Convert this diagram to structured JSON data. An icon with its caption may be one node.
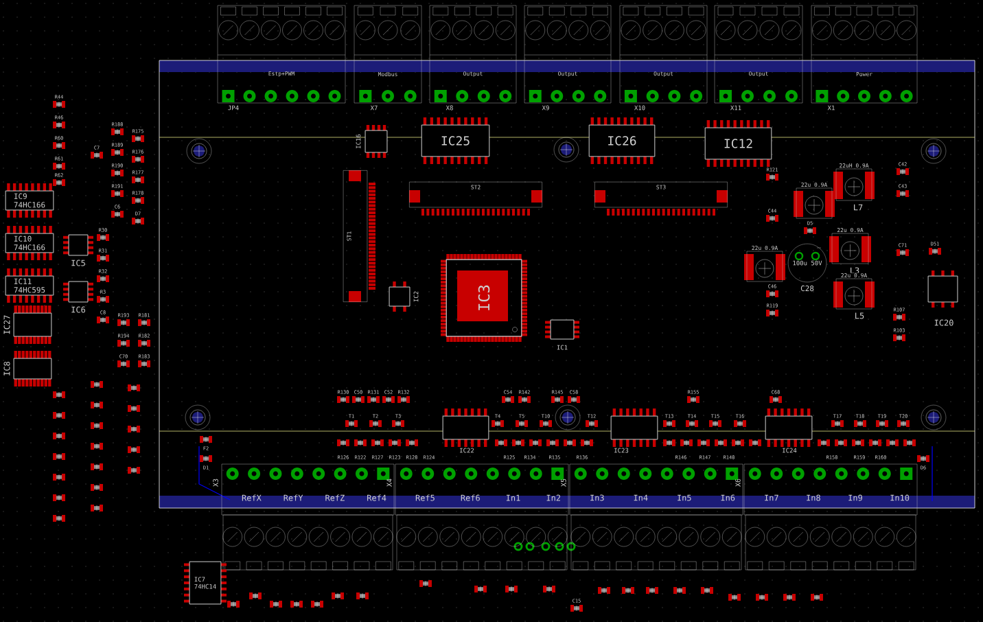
{
  "diagram": {
    "nodes": [
      {
        "text": [
          "Estp+PWM"
        ],
        "beside": [
          "JP4"
        ]
      },
      {
        "text": [
          "Modbus"
        ],
        "beside": [
          "X7"
        ]
      },
      {
        "text": [
          "Output"
        ],
        "beside": [
          "X8"
        ]
      },
      {
        "text": [
          "Output"
        ],
        "beside": [
          "X9"
        ]
      },
      {
        "text": [
          "Output"
        ],
        "beside": [
          "X10"
        ]
      },
      {
        "text": [
          "Output"
        ],
        "beside": [
          "X11"
        ]
      },
      {
        "text": [
          "Power"
        ],
        "beside": [
          "X1"
        ]
      },
      {
        "text": [],
        "shape": "box",
        "beside": [
          "IC16"
        ]
      },
      {
        "text": [
          "IC25"
        ]
      },
      {
        "text": [
          "IC26"
        ]
      },
      {
        "text": [
          "IC12"
        ]
      },
      {
        "text": [
          "ST2"
        ]
      },
      {
        "text": [
          "ST3"
        ]
      },
      {
        "text": [
          "ST1"
        ]
      },
      {
        "text": [
          "IC3"
        ]
      },
      {
        "text": [],
        "shape": "box",
        "beside": [
          "IC2"
        ]
      },
      {
        "text": [],
        "shape": "box",
        "beside": [
          "IC1"
        ]
      },
      {
        "text": [
          "22uH 0.9A"
        ],
        "beside": [
          "L7"
        ]
      },
      {
        "text": [
          "22u 0.9A"
        ]
      },
      {
        "text": [
          "22u 0.9A"
        ],
        "beside": [
          "L3"
        ]
      },
      {
        "text": [
          "22u 0.9A"
        ]
      },
      {
        "text": [
          "100u 50V"
        ],
        "beside": [
          "C28"
        ]
      },
      {
        "text": [
          "22u 0.9A"
        ],
        "beside": [
          "L5"
        ]
      },
      {
        "text": [],
        "shape": "box",
        "beside": [
          "IC20"
        ]
      },
      {
        "text": [
          "IC9",
          "74HC166"
        ]
      },
      {
        "text": [],
        "shape": "box",
        "beside": [
          "IC5"
        ]
      },
      {
        "text": [
          "IC10",
          "74HC166"
        ]
      },
      {
        "text": [
          "IC11",
          "74HC595"
        ]
      },
      {
        "text": [],
        "shape": "box",
        "beside": [
          "IC6"
        ]
      },
      {
        "text": [],
        "shape": "box",
        "beside": [
          "IC27"
        ]
      },
      {
        "text": [],
        "shape": "box",
        "beside": [
          "IC8"
        ]
      },
      {
        "text": [],
        "shape": "box",
        "beside": [
          "IC22"
        ]
      },
      {
        "text": [],
        "shape": "box",
        "beside": [
          "IC23"
        ]
      },
      {
        "text": [],
        "shape": "box",
        "beside": [
          "IC24"
        ]
      },
      {
        "text": [
          "RefX",
          "RefY",
          "RefZ",
          "Ref4"
        ],
        "beside": [
          "X3"
        ]
      },
      {
        "text": [
          "Ref5",
          "Ref6",
          "In1",
          "In2"
        ],
        "beside": [
          "X4"
        ]
      },
      {
        "text": [
          "In3",
          "In4",
          "In5",
          "In6"
        ],
        "beside": [
          "X5"
        ]
      },
      {
        "text": [
          "In7",
          "In8",
          "In9",
          "In10"
        ],
        "beside": [
          "X6"
        ]
      },
      {
        "text": [
          "IC7",
          "74HC14"
        ]
      }
    ],
    "labels": [
      "R44",
      "R46",
      "R60",
      "R61",
      "R62",
      "C7",
      "R188",
      "R175",
      "R189",
      "R176",
      "R190",
      "R177",
      "R191",
      "R178",
      "C6",
      "D7",
      "R30",
      "R31",
      "R32",
      "R3",
      "C8",
      "R193",
      "R181",
      "R194",
      "R182",
      "C70",
      "R183",
      "R130",
      "C50",
      "R131",
      "C52",
      "R132",
      "C54",
      "R142",
      "R145",
      "C58",
      "R155",
      "C68",
      "T1",
      "T2",
      "T3",
      "T4",
      "T5",
      "T10",
      "T12",
      "T13",
      "T14",
      "T15",
      "T16",
      "T17",
      "T18",
      "T19",
      "T20",
      "R126",
      "R122",
      "R127",
      "R123",
      "R128",
      "R124",
      "R125",
      "R134",
      "R135",
      "R136",
      "R146",
      "R147",
      "R148",
      "R158",
      "R159",
      "R160",
      "F2",
      "D1",
      "D6",
      "R121",
      "C44",
      "D5",
      "C46",
      "R119",
      "C42",
      "C43",
      "C71",
      "D51",
      "R107",
      "R103",
      "C15"
    ]
  }
}
